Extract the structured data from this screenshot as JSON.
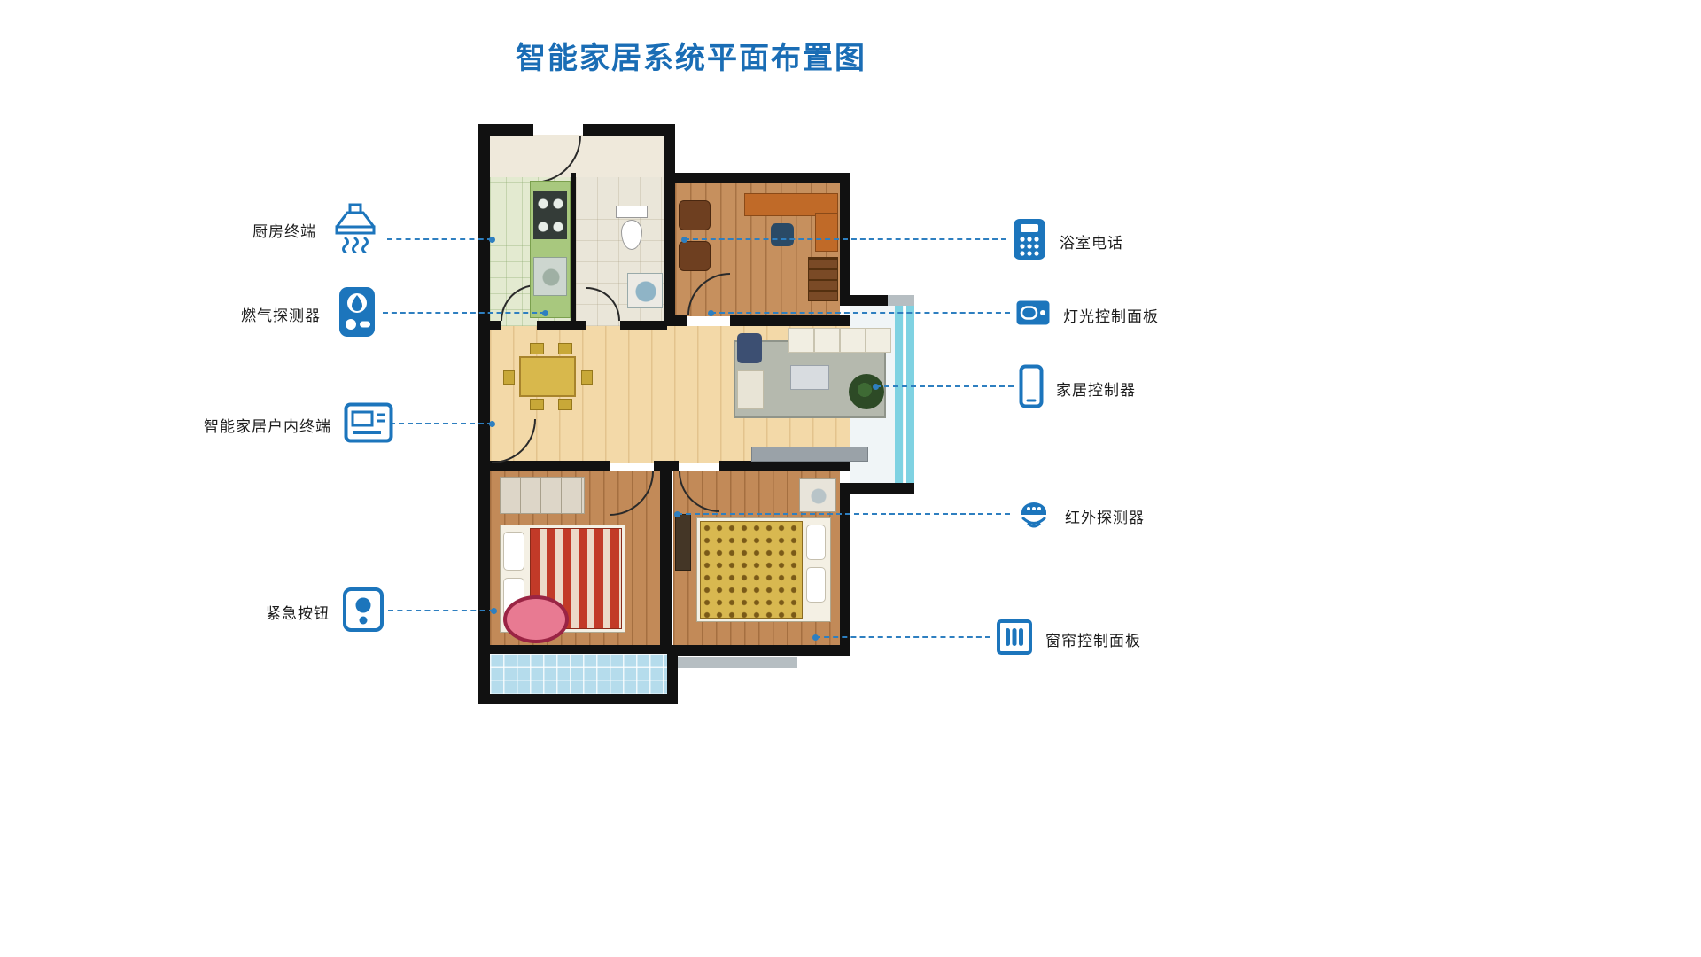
{
  "title": "智能家居系统平面布置图",
  "devices": {
    "left": [
      {
        "label": "厨房终端",
        "icon": "range-hood-icon"
      },
      {
        "label": "燃气探测器",
        "icon": "gas-detector-icon"
      },
      {
        "label": "智能家居户内终端",
        "icon": "indoor-terminal-icon"
      },
      {
        "label": "紧急按钮",
        "icon": "emergency-button-icon"
      }
    ],
    "right": [
      {
        "label": "浴室电话",
        "icon": "bathroom-phone-icon"
      },
      {
        "label": "灯光控制面板",
        "icon": "light-panel-icon"
      },
      {
        "label": "家居控制器",
        "icon": "smartphone-icon"
      },
      {
        "label": "红外探测器",
        "icon": "infrared-detector-icon"
      },
      {
        "label": "窗帘控制面板",
        "icon": "curtain-panel-icon"
      }
    ]
  },
  "colors": {
    "title": "#1A6DB5",
    "accent": "#1C75BC",
    "connector": "#2E7FC0",
    "wall": "#111111"
  }
}
